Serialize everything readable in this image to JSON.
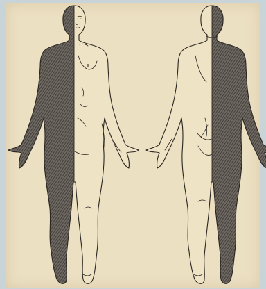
{
  "figure": {
    "views": [
      "anterior",
      "posterior"
    ],
    "shaded_side": "right",
    "colors": {
      "paper": "#ece0c2",
      "ink": "#2a2520",
      "hatch": "#4a4540",
      "border": "#c9d4d9"
    }
  }
}
